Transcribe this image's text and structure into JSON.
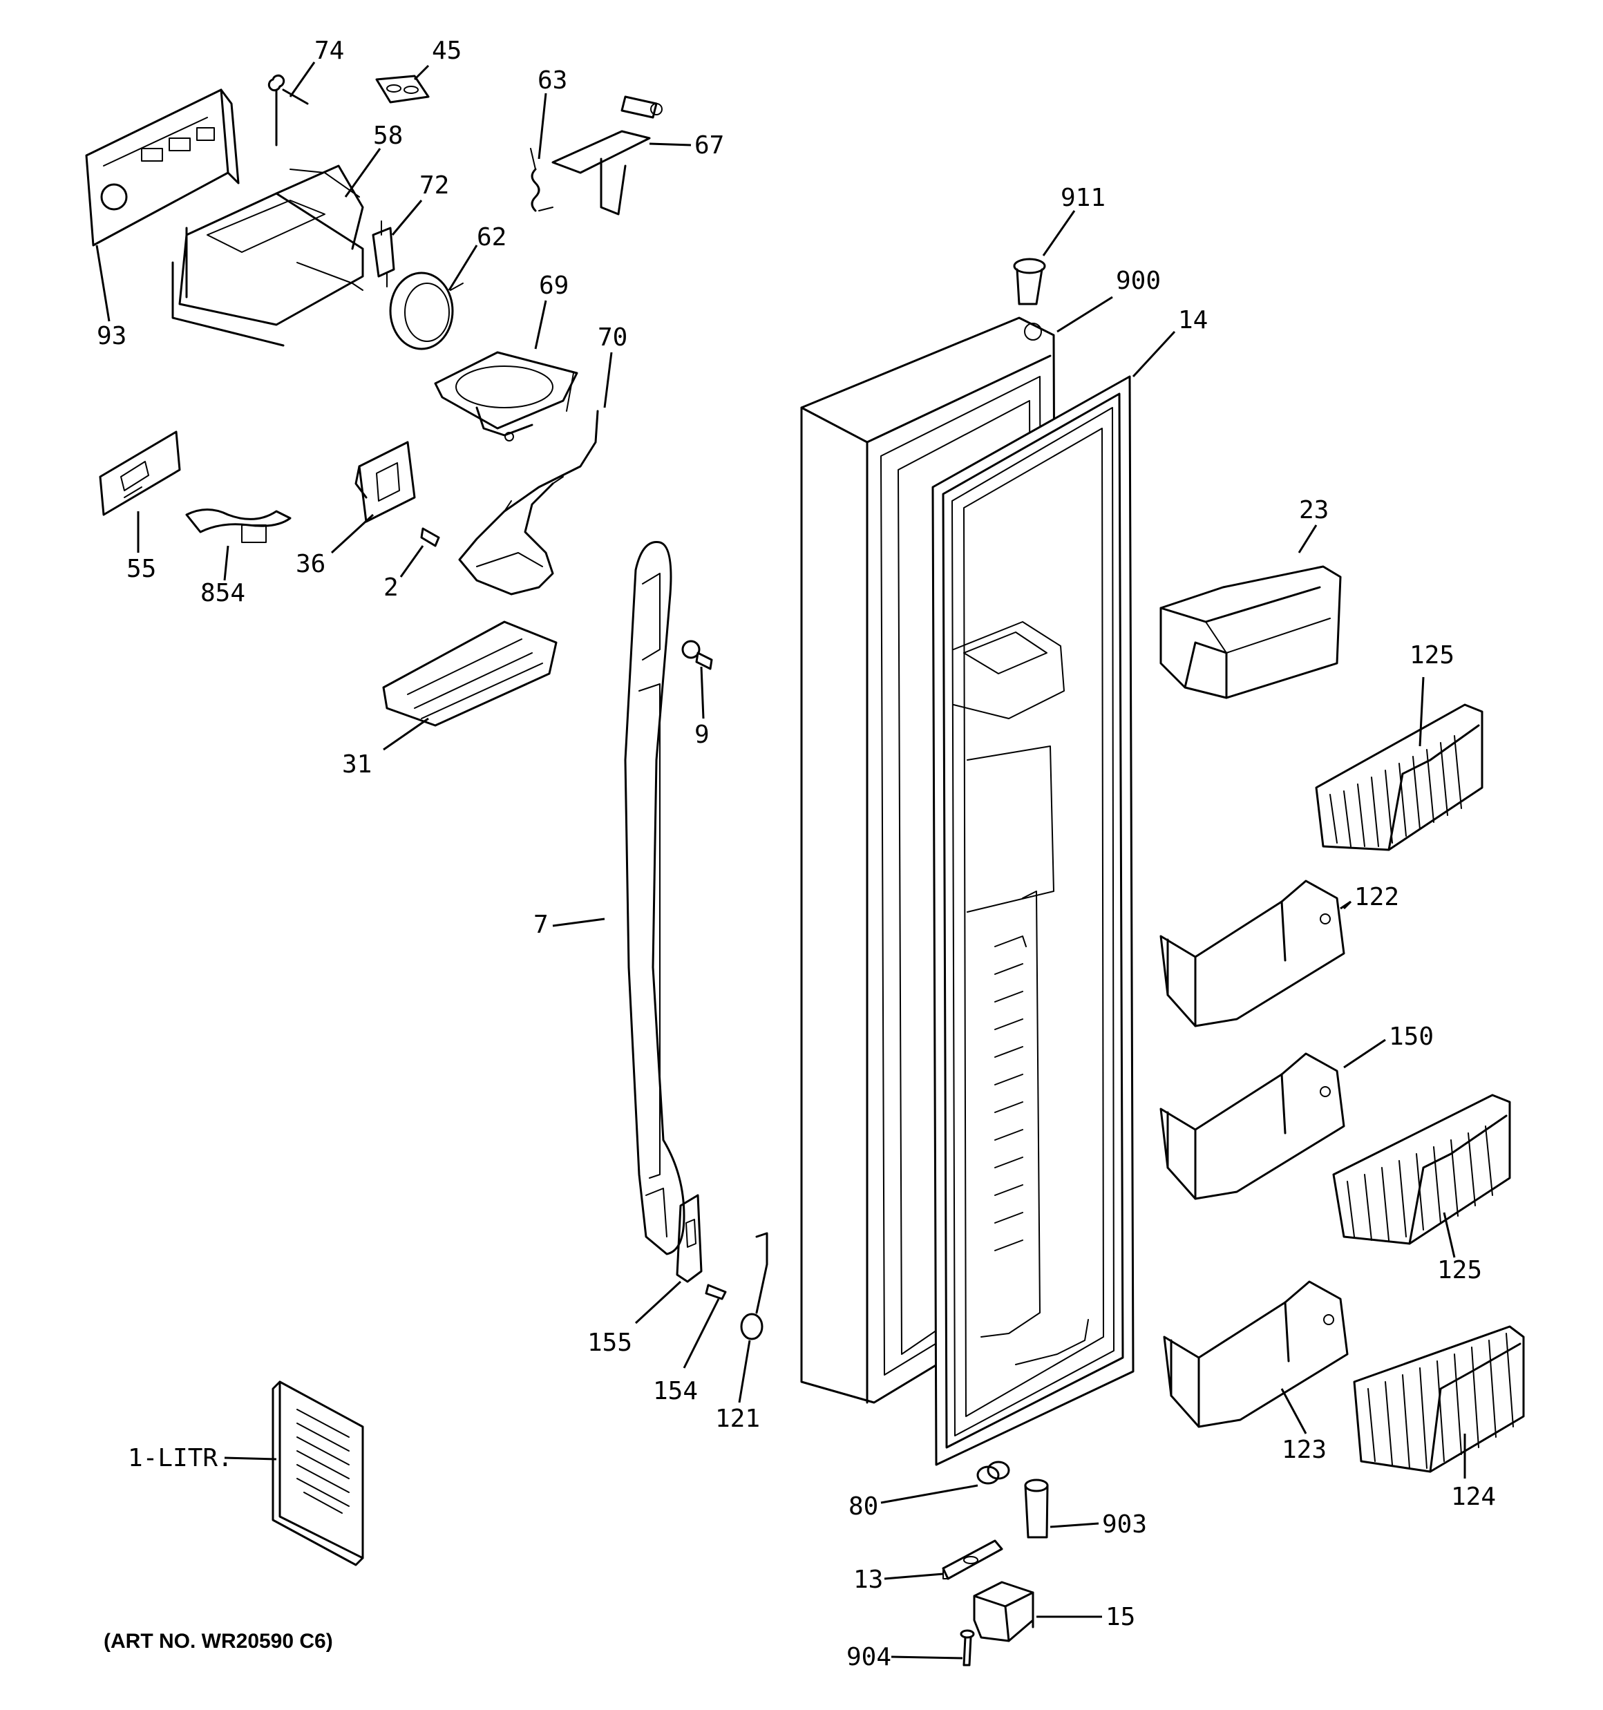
{
  "callouts": {
    "c74": "74",
    "c45": "45",
    "c63": "63",
    "c67": "67",
    "c58": "58",
    "c72": "72",
    "c62": "62",
    "c93": "93",
    "c69": "69",
    "c70": "70",
    "c911": "911",
    "c900": "900",
    "c14": "14",
    "c55": "55",
    "c854": "854",
    "c36": "36",
    "c2": "2",
    "c23": "23",
    "c125a": "125",
    "c9": "9",
    "c31": "31",
    "c7": "7",
    "c122": "122",
    "c150": "150",
    "c125b": "125",
    "c155": "155",
    "c154": "154",
    "c121": "121",
    "c123": "123",
    "c124": "124",
    "c1litr": "1-LITR.",
    "c80": "80",
    "c903": "903",
    "c13": "13",
    "c15": "15",
    "c904": "904"
  },
  "art_number": "(ART NO. WR20590 C6)"
}
